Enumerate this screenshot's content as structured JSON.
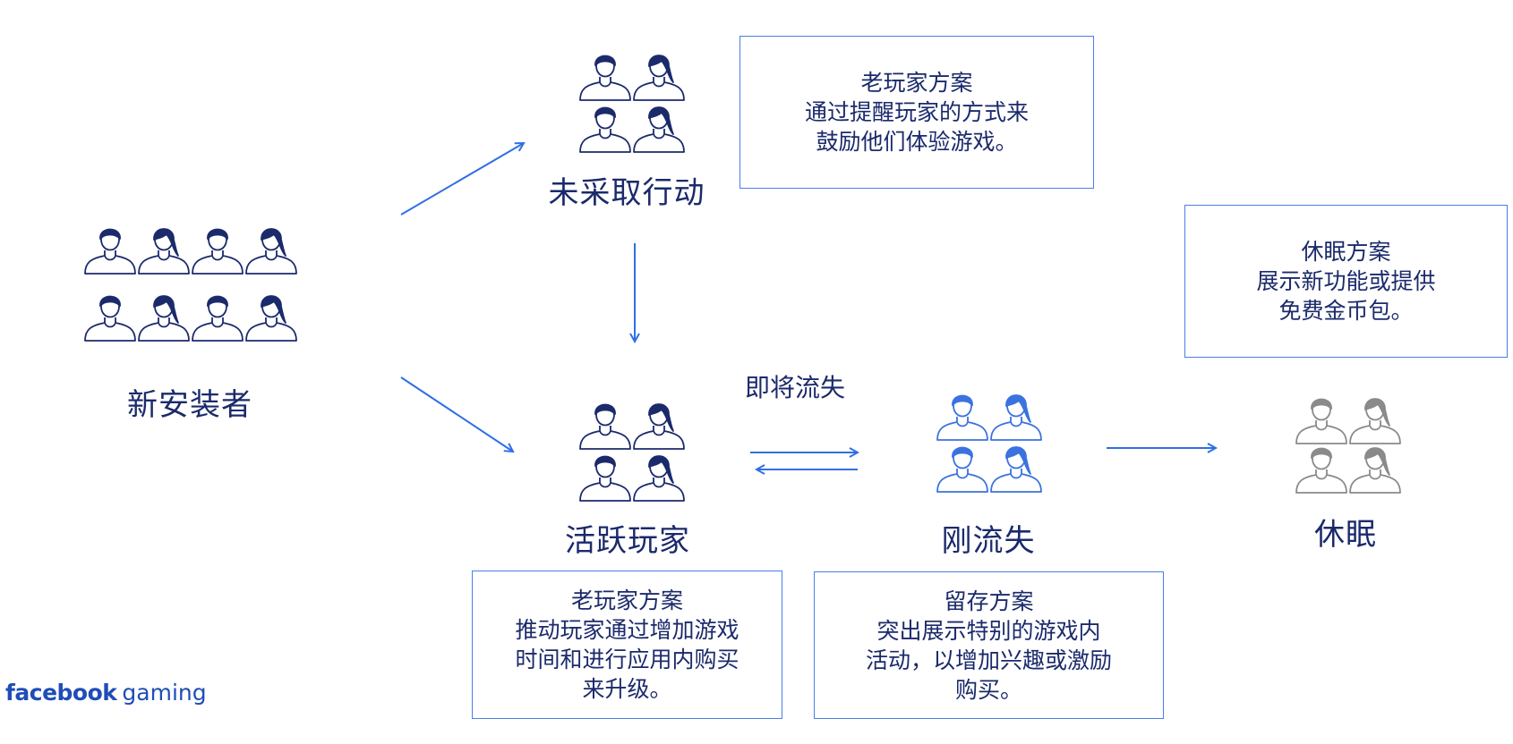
{
  "nodes": {
    "new_installers": {
      "label": "新安装者"
    },
    "no_action": {
      "label": "未采取行动"
    },
    "active_players": {
      "label": "活跃玩家"
    },
    "just_churned": {
      "label": "刚流失"
    },
    "dormant": {
      "label": "休眠"
    }
  },
  "edges": {
    "about_to_churn": {
      "label": "即将流失"
    }
  },
  "notes": {
    "no_action_plan": {
      "lines": [
        "老玩家方案",
        "通过提醒玩家的方式来",
        "鼓励他们体验游戏。"
      ]
    },
    "dormant_plan": {
      "lines": [
        "休眠方案",
        "展示新功能或提供",
        "免费金币包。"
      ]
    },
    "active_plan": {
      "lines": [
        "老玩家方案",
        "推动玩家通过增加游戏",
        "时间和进行应用内购买",
        "来升级。"
      ]
    },
    "retention_plan": {
      "lines": [
        "留存方案",
        "突出展示特别的游戏内",
        "活动，以增加兴趣或激励",
        "购买。"
      ]
    }
  },
  "logo": {
    "brand": "facebook",
    "product": "gaming"
  },
  "colors": {
    "navy": "#1b2a6b",
    "blue": "#3a72e0",
    "gray": "#8a8a8a",
    "arrow": "#2f6fe4"
  },
  "icons": {
    "person": "person-icon"
  }
}
